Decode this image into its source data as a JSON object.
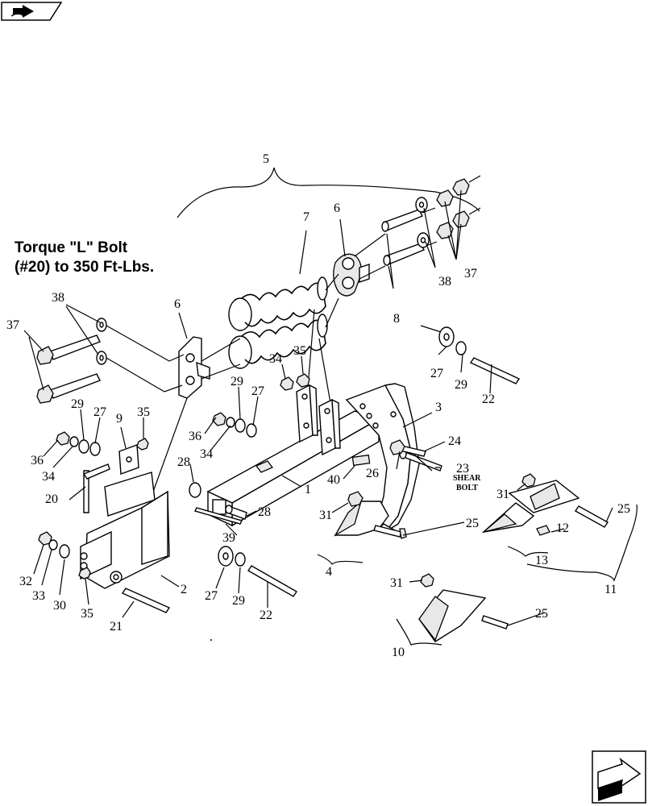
{
  "note": {
    "line1": "Torque \"L\" Bolt",
    "line2": "(#20) to 350 Ft-Lbs."
  },
  "shear_label": {
    "line1": "SHEAR",
    "line2": "BOLT"
  },
  "icons": {
    "top_left": "book-arrow-icon",
    "bottom_right": "next-page-arrow-icon"
  },
  "callouts": [
    {
      "id": "c5",
      "text": "5"
    },
    {
      "id": "c7",
      "text": "7"
    },
    {
      "id": "c6a",
      "text": "6"
    },
    {
      "id": "c6b",
      "text": "6"
    },
    {
      "id": "c37a",
      "text": "37"
    },
    {
      "id": "c37b",
      "text": "37"
    },
    {
      "id": "c38a",
      "text": "38"
    },
    {
      "id": "c38b",
      "text": "38"
    },
    {
      "id": "c8",
      "text": "8"
    },
    {
      "id": "c34a",
      "text": "34"
    },
    {
      "id": "c35a",
      "text": "35"
    },
    {
      "id": "c29a",
      "text": "29"
    },
    {
      "id": "c27a",
      "text": "27"
    },
    {
      "id": "c27b",
      "text": "27"
    },
    {
      "id": "c29b",
      "text": "29"
    },
    {
      "id": "c22a",
      "text": "22"
    },
    {
      "id": "c3",
      "text": "3"
    },
    {
      "id": "c29c",
      "text": "29"
    },
    {
      "id": "c27c",
      "text": "27"
    },
    {
      "id": "c9",
      "text": "9"
    },
    {
      "id": "c35b",
      "text": "35"
    },
    {
      "id": "c36a",
      "text": "36"
    },
    {
      "id": "c34b",
      "text": "34"
    },
    {
      "id": "c36b",
      "text": "36"
    },
    {
      "id": "c34c",
      "text": "34"
    },
    {
      "id": "c24",
      "text": "24"
    },
    {
      "id": "c26",
      "text": "26"
    },
    {
      "id": "c23",
      "text": "23"
    },
    {
      "id": "c40",
      "text": "40"
    },
    {
      "id": "c20",
      "text": "20"
    },
    {
      "id": "c28a",
      "text": "28"
    },
    {
      "id": "c1",
      "text": "1"
    },
    {
      "id": "c31a",
      "text": "31"
    },
    {
      "id": "c25a",
      "text": "25"
    },
    {
      "id": "c28b",
      "text": "28"
    },
    {
      "id": "c39",
      "text": "39"
    },
    {
      "id": "c31b",
      "text": "31"
    },
    {
      "id": "c25b",
      "text": "25"
    },
    {
      "id": "c12",
      "text": "12"
    },
    {
      "id": "c13",
      "text": "13"
    },
    {
      "id": "c11",
      "text": "11"
    },
    {
      "id": "c4",
      "text": "4"
    },
    {
      "id": "c32",
      "text": "32"
    },
    {
      "id": "c33",
      "text": "33"
    },
    {
      "id": "c30",
      "text": "30"
    },
    {
      "id": "c35c",
      "text": "35"
    },
    {
      "id": "c2",
      "text": "2"
    },
    {
      "id": "c27d",
      "text": "27"
    },
    {
      "id": "c29d",
      "text": "29"
    },
    {
      "id": "c22b",
      "text": "22"
    },
    {
      "id": "c21",
      "text": "21"
    },
    {
      "id": "c31c",
      "text": "31"
    },
    {
      "id": "c25c",
      "text": "25"
    },
    {
      "id": "c10",
      "text": "10"
    }
  ]
}
